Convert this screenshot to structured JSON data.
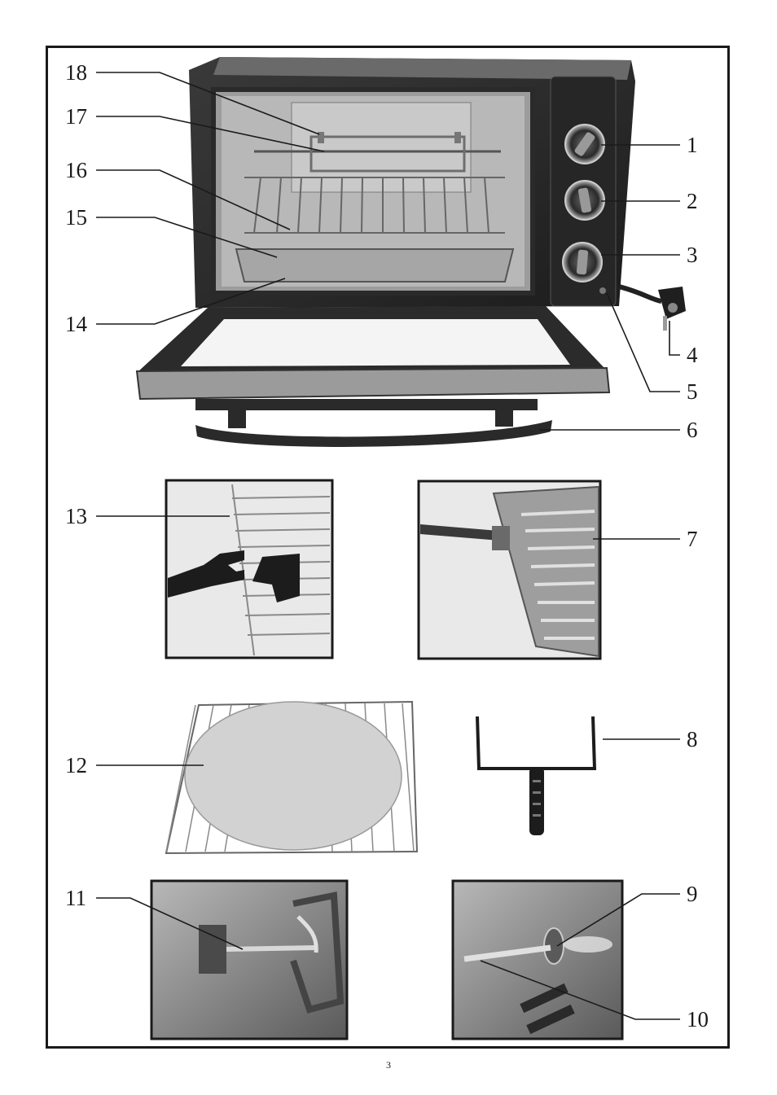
{
  "labels": {
    "l1": "1",
    "l2": "2",
    "l3": "3",
    "l4": "4",
    "l5": "5",
    "l6": "6",
    "l7": "7",
    "l8": "8",
    "l9": "9",
    "l10": "10",
    "l11": "11",
    "l12": "12",
    "l13": "13",
    "l14": "14",
    "l15": "15",
    "l16": "16",
    "l17": "17",
    "l18": "18"
  },
  "page_number": "3"
}
